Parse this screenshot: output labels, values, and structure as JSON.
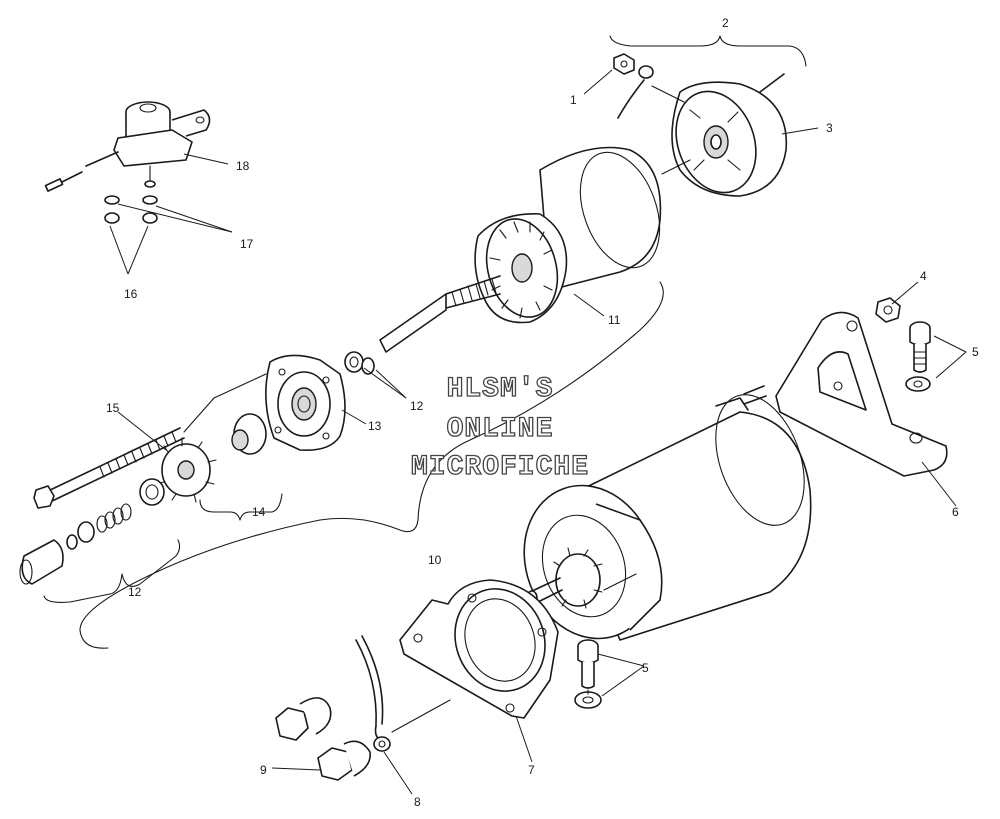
{
  "watermark": {
    "line1": "HLSM'S",
    "line2": "ONLINE",
    "line3": "MICROFICHE"
  },
  "callouts": {
    "c1": "1",
    "c2": "2",
    "c3": "3",
    "c4": "4",
    "c5a": "5",
    "c5b": "5",
    "c6": "6",
    "c7": "7",
    "c8": "8",
    "c9": "9",
    "c10": "10",
    "c11": "11",
    "c12a": "12",
    "c12b": "12",
    "c13": "13",
    "c14": "14",
    "c15": "15",
    "c16": "16",
    "c17": "17",
    "c18": "18"
  }
}
